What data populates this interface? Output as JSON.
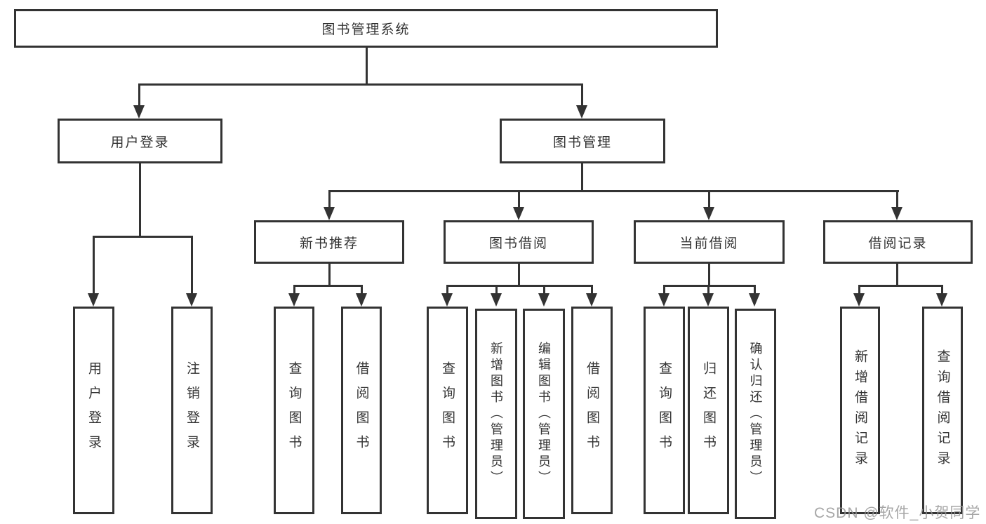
{
  "diagram": {
    "root": {
      "label": "图书管理系统"
    },
    "level2": [
      {
        "label": "用户登录"
      },
      {
        "label": "图书管理"
      }
    ],
    "level3": [
      {
        "label": "新书推荐"
      },
      {
        "label": "图书借阅"
      },
      {
        "label": "当前借阅"
      },
      {
        "label": "借阅记录"
      }
    ],
    "leaves": {
      "user_login": [
        {
          "label": "用户登录"
        },
        {
          "label": "注销登录"
        }
      ],
      "new_books": [
        {
          "label": "查询图书"
        },
        {
          "label": "借阅图书"
        }
      ],
      "book_borrowing": [
        {
          "label": "查询图书"
        },
        {
          "label": "新增图书（管理员）"
        },
        {
          "label": "编辑图书（管理员）"
        },
        {
          "label": "借阅图书"
        }
      ],
      "current_borrowing": [
        {
          "label": "查询图书"
        },
        {
          "label": "归还图书"
        },
        {
          "label": "确认归还（管理员）"
        }
      ],
      "borrowing_records": [
        {
          "label": "新增借阅记录"
        },
        {
          "label": "查询借阅记录"
        }
      ]
    },
    "watermark": "CSDN @软件_小贺同学",
    "colors": {
      "line": "#333333",
      "box_background": "#ffffff",
      "text": "#333333",
      "watermark": "#969696"
    }
  }
}
